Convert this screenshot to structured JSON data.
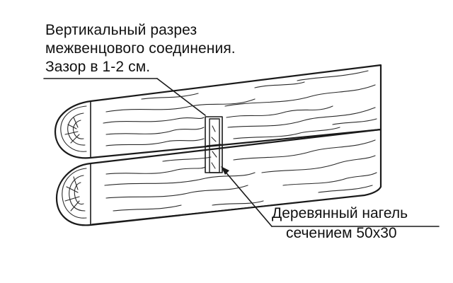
{
  "diagram": {
    "caption_lines": [
      "Вертикальный разрез",
      "межвенцового соединения.",
      "Зазор в 1-2 см."
    ],
    "dowel_label_lines": [
      "Деревянный нагель",
      "сечением 50х30"
    ]
  },
  "colors": {
    "ink": "#1a1a1a",
    "background": "#ffffff"
  }
}
